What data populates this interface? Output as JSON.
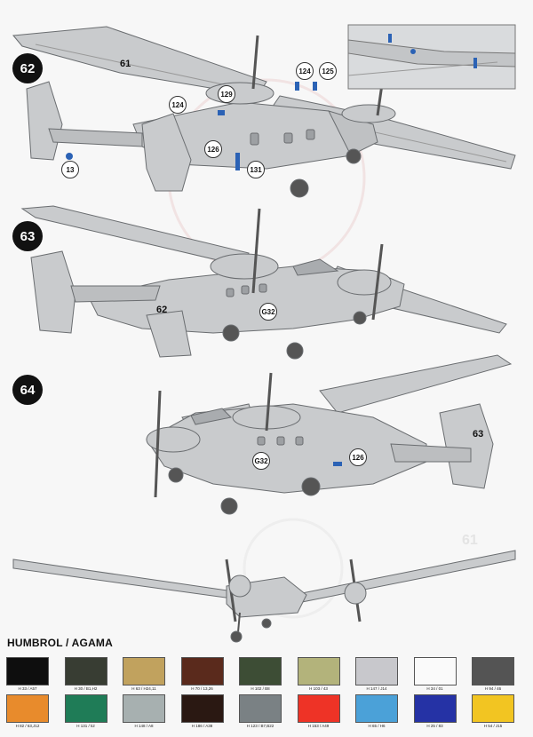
{
  "steps": [
    {
      "number": "62",
      "callouts": [
        "61",
        "124",
        "125",
        "129",
        "124",
        "126",
        "131",
        "13"
      ]
    },
    {
      "number": "63",
      "callouts": [
        "62",
        "G32"
      ]
    },
    {
      "number": "64",
      "callouts": [
        "G32",
        "126",
        "63"
      ]
    }
  ],
  "palette": {
    "title": "HUMBROL / AGAMA",
    "swatches": [
      {
        "code": "H 33 / A57",
        "color": "#0e0e0e"
      },
      {
        "code": "H 30 / B1,H2",
        "color": "#383d33"
      },
      {
        "code": "H 63 / H24,11",
        "color": "#c1a25e"
      },
      {
        "code": "H 70 / 13,26",
        "color": "#5a2a1c"
      },
      {
        "code": "H 102 / B8",
        "color": "#3d4d35"
      },
      {
        "code": "H 103 / 43",
        "color": "#b3b37b"
      },
      {
        "code": "H 147 / J14",
        "color": "#c8c8cc"
      },
      {
        "code": "H 34 / 01",
        "color": "#fafafa"
      },
      {
        "code": "H 94 / 46",
        "color": "#545454"
      },
      {
        "code": "H 82 / 63,J12",
        "color": "#e88b2c"
      },
      {
        "code": "H 131 / k2",
        "color": "#1f7c57"
      },
      {
        "code": "H 148 / A8",
        "color": "#a7b0b0"
      },
      {
        "code": "H 186 / A38",
        "color": "#2a1812"
      },
      {
        "code": "H 123 / B7,B22",
        "color": "#7a8184"
      },
      {
        "code": "H 153 / A49",
        "color": "#ee3326"
      },
      {
        "code": "H 65 / H6",
        "color": "#4ba1d8"
      },
      {
        "code": "H 25 / 83",
        "color": "#2532a5"
      },
      {
        "code": "H 54 / J15",
        "color": "#f2c522"
      }
    ]
  }
}
